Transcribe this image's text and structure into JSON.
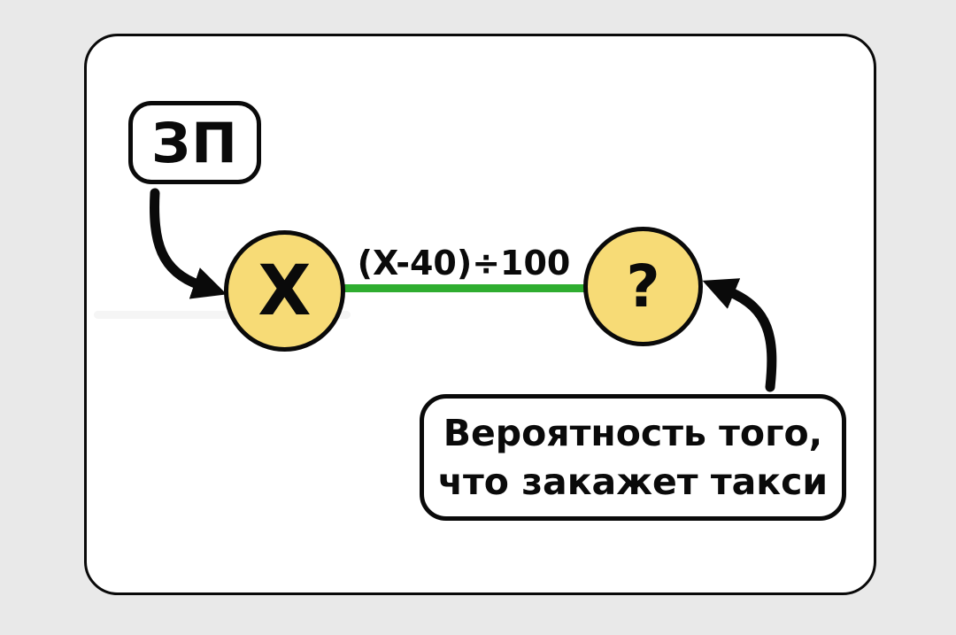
{
  "diagram": {
    "nodes": {
      "salary": {
        "label": "ЗП"
      },
      "x_variable": {
        "label": "X"
      },
      "probability": {
        "label": "?"
      }
    },
    "edge": {
      "formula": "(X-40)÷100"
    },
    "probability_label": {
      "line1": "Вероятность того,",
      "line2": "что закажет такси"
    }
  },
  "colors": {
    "background": "#e9e9e9",
    "card": "#ffffff",
    "stroke": "#0a0a0a",
    "node_fill": "#f7db76",
    "edge_green": "#2fad30"
  }
}
